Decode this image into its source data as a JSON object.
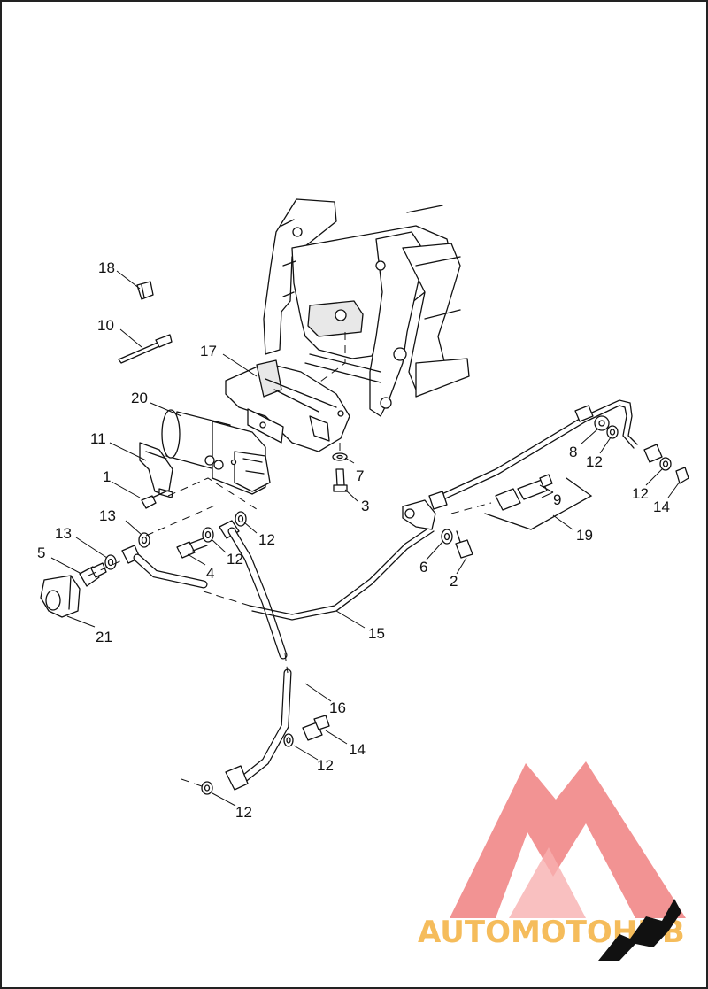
{
  "callouts": [
    {
      "label": "18"
    },
    {
      "label": "10"
    },
    {
      "label": "17"
    },
    {
      "label": "20"
    },
    {
      "label": "11"
    },
    {
      "label": "1"
    },
    {
      "label": "7"
    },
    {
      "label": "3"
    },
    {
      "label": "13"
    },
    {
      "label": "13"
    },
    {
      "label": "5"
    },
    {
      "label": "21"
    },
    {
      "label": "4"
    },
    {
      "label": "12"
    },
    {
      "label": "12"
    },
    {
      "label": "15"
    },
    {
      "label": "6"
    },
    {
      "label": "2"
    },
    {
      "label": "9"
    },
    {
      "label": "19"
    },
    {
      "label": "8"
    },
    {
      "label": "12"
    },
    {
      "label": "12"
    },
    {
      "label": "14"
    },
    {
      "label": "16"
    },
    {
      "label": "14"
    },
    {
      "label": "12"
    },
    {
      "label": "12"
    }
  ],
  "watermark": {
    "text": "AUTOMOTOHUB",
    "colors": {
      "triangle": "#f08080",
      "text_left": "#f5b54a",
      "text_right": "#999999"
    }
  }
}
